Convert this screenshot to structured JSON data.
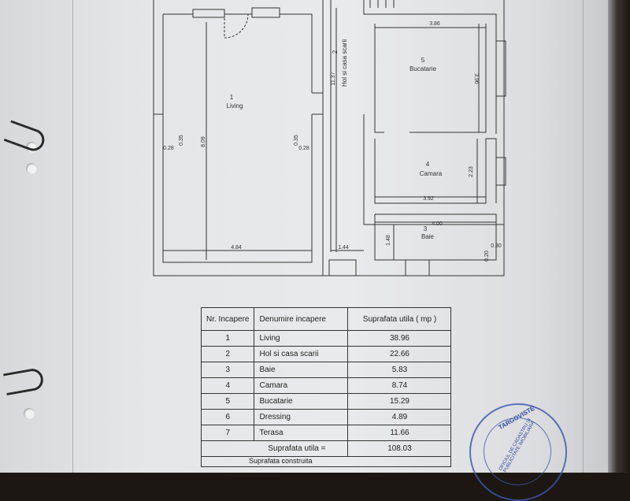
{
  "plan": {
    "rooms": {
      "living": {
        "number": "1",
        "name": "Living"
      },
      "hol": {
        "number": "2",
        "name": "Hol si casa scarii"
      },
      "baie": {
        "number": "3",
        "name": "Baie"
      },
      "camara": {
        "number": "4",
        "name": "Camara"
      },
      "bucatarie": {
        "number": "5",
        "name": "Bucatarie"
      }
    },
    "dimensions": {
      "bucatarie_width": "3.86",
      "bucatarie_height": "3.96",
      "hol_height": "11.37",
      "living_height": "8.09",
      "living_width": "4.84",
      "living_wall_a": "0.35",
      "living_wall_b": "0.28",
      "living_wall_c": "0.35",
      "living_wall_d": "0.28",
      "camara_height": "2.23",
      "camara_width": "3.92",
      "baie_width": "4.00",
      "baie_height": "1.48",
      "hol_width": "1.44",
      "baie_wall_a": "0.20",
      "baie_wall_b": "0.30"
    }
  },
  "table": {
    "headers": [
      "Nr. Incapere",
      "Denumire incapere",
      "Suprafata utila ( mp )"
    ],
    "rows": [
      [
        "1",
        "Living",
        "38.96"
      ],
      [
        "2",
        "Hol si casa scarii",
        "22.66"
      ],
      [
        "3",
        "Baie",
        "5.83"
      ],
      [
        "4",
        "Camara",
        "8.74"
      ],
      [
        "5",
        "Bucatarie",
        "15.29"
      ],
      [
        "6",
        "Dressing",
        "4.89"
      ],
      [
        "7",
        "Terasa",
        "11.66"
      ]
    ],
    "total_label": "Suprafata utila =",
    "total_value": "108.03",
    "partial_label": "Suprafata construita"
  },
  "stamp": {
    "text": "TARGOVISTE",
    "outer_text": "OFICIUL DE CADASTRU SI PUBLICITATE IMOBILIARA"
  }
}
